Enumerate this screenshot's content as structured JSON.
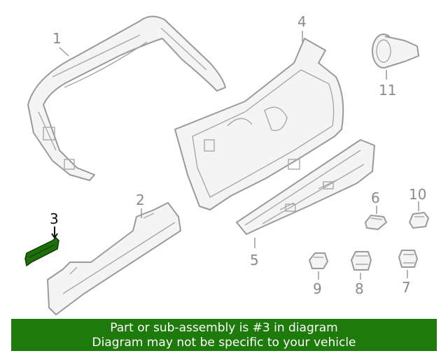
{
  "callouts": {
    "c1": "1",
    "c2": "2",
    "c3": "3",
    "c4": "4",
    "c5": "5",
    "c6": "6",
    "c7": "7",
    "c8": "8",
    "c9": "9",
    "c10": "10",
    "c11": "11"
  },
  "highlighted_part": "3",
  "colors": {
    "highlight": "#1f6e0c",
    "banner": "#1f7a0c",
    "line": "#9a9a9a"
  },
  "banner": {
    "line1": "Part or sub-assembly is #3 in diagram",
    "line2": "Diagram may not be specific to your vehicle"
  }
}
